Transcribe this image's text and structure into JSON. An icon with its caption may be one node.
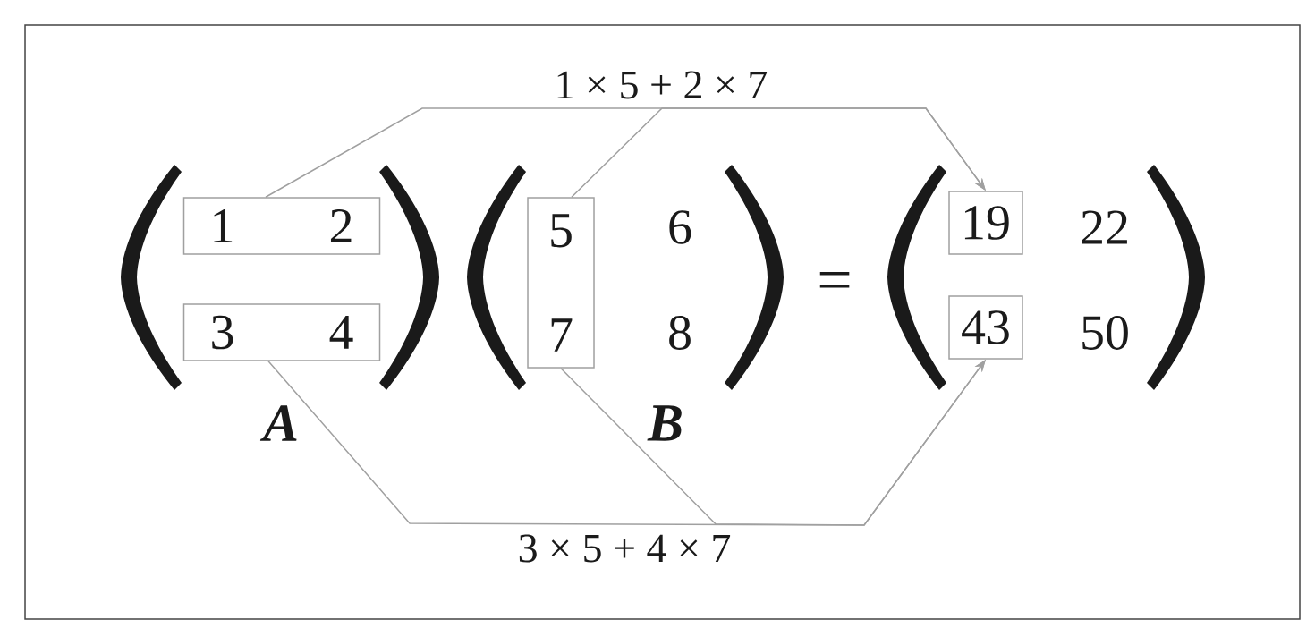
{
  "diagram": {
    "nodes": [
      {
        "text": [
          "1",
          "2"
        ]
      },
      {
        "text": [
          "3",
          "4"
        ]
      },
      {
        "text": [
          "5",
          "7"
        ]
      },
      {
        "text": [
          "19"
        ]
      },
      {
        "text": [
          "43"
        ]
      }
    ],
    "edges": [
      {
        "from": 0,
        "to": 3,
        "arrow": "to",
        "label": "1 × 5 + 2 × 7"
      },
      {
        "from": 2,
        "to": 3,
        "arrow": "to"
      },
      {
        "from": 1,
        "to": 4,
        "arrow": "to",
        "label": "3 × 5 + 4 × 7"
      },
      {
        "from": 2,
        "to": 4,
        "arrow": "to"
      }
    ],
    "labels": [
      "6",
      "22",
      "=",
      "8",
      "50",
      "A",
      "B"
    ]
  }
}
